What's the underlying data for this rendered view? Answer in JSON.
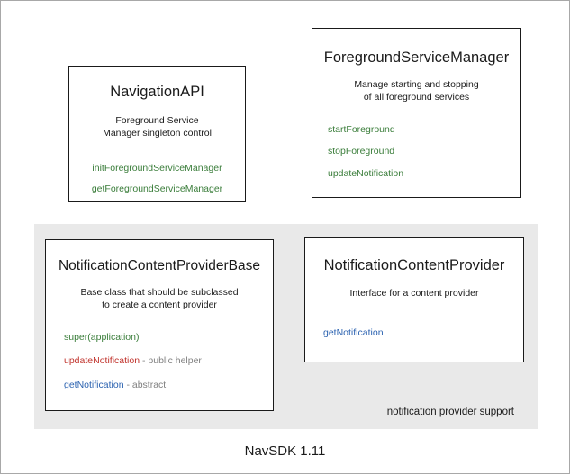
{
  "diagram": {
    "caption": "NavSDK 1.11",
    "group_panel": {
      "label": "notification provider support",
      "background": "#e9e9e9"
    },
    "colors": {
      "green": "#3a7d3a",
      "red": "#c0322b",
      "blue": "#2b62b0",
      "gray_note": "#808080",
      "text": "#1a1a1a",
      "box_border": "#1a1a1a",
      "canvas_border": "#a8a8a8"
    },
    "boxes": [
      {
        "id": "navigation-api",
        "title": "NavigationAPI",
        "description_lines": [
          "Foreground Service",
          "Manager singleton control"
        ],
        "methods": [
          {
            "name": "initForegroundServiceManager",
            "note": "",
            "color": "green"
          },
          {
            "name": "getForegroundServiceManager",
            "note": "",
            "color": "green"
          }
        ]
      },
      {
        "id": "foreground-service-manager",
        "title": "ForegroundServiceManager",
        "description_lines": [
          "Manage starting and stopping",
          "of all foreground services"
        ],
        "methods": [
          {
            "name": "startForeground",
            "note": "",
            "color": "green"
          },
          {
            "name": "stopForeground",
            "note": "",
            "color": "green"
          },
          {
            "name": "updateNotification",
            "note": "",
            "color": "green"
          }
        ]
      },
      {
        "id": "notification-content-provider-base",
        "title": "NotificationContentProviderBase",
        "description_lines": [
          "Base class that should be subclassed",
          "to create a content provider"
        ],
        "methods": [
          {
            "name": "super(application)",
            "note": "",
            "color": "green"
          },
          {
            "name": "updateNotification",
            "note": " - public helper",
            "color": "red"
          },
          {
            "name": "getNotification",
            "note": " - abstract",
            "color": "blue"
          }
        ]
      },
      {
        "id": "notification-content-provider",
        "title": "NotificationContentProvider",
        "description_lines": [
          "Interface for a content provider"
        ],
        "methods": [
          {
            "name": "getNotification",
            "note": "",
            "color": "blue"
          }
        ]
      }
    ]
  }
}
